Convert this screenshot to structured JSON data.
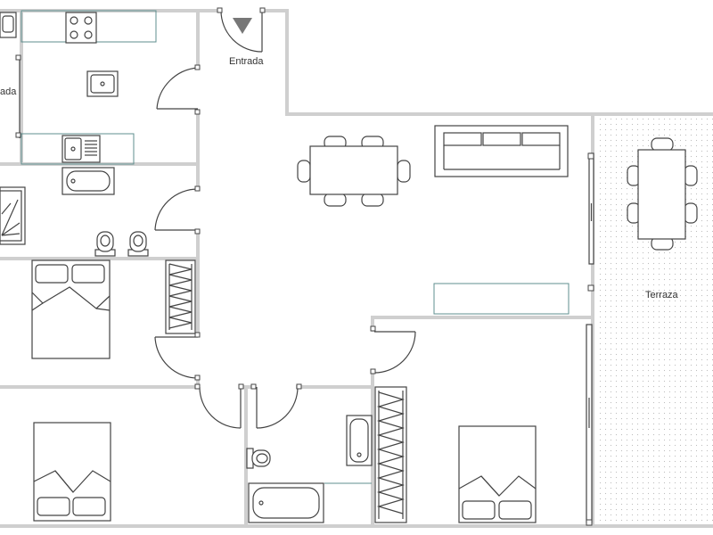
{
  "plan": {
    "labels": {
      "entrance": "Entrada",
      "terrace": "Terraza",
      "left_partial": "ada"
    },
    "colors": {
      "wall": "#cfcfcf",
      "furniture_stroke": "#444444",
      "counter_stroke": "#5f8f8f",
      "terrace_dots": "#bdbdbd",
      "entrance_marker": "#777777"
    }
  }
}
